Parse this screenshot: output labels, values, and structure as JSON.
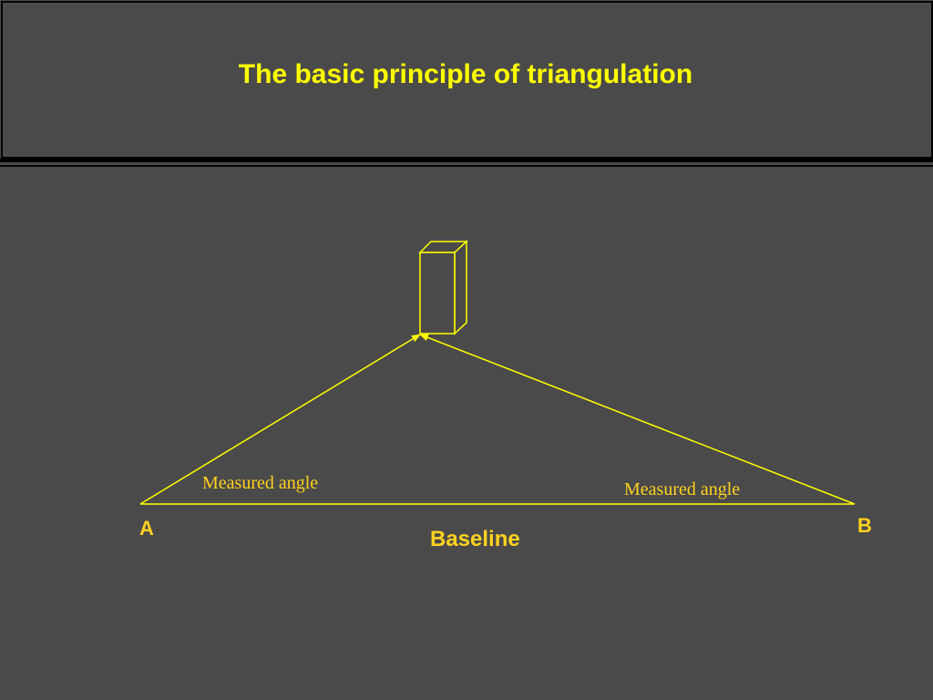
{
  "slide": {
    "title": "The basic principle of triangulation"
  },
  "diagram": {
    "left_angle_label": "Measured angle",
    "right_angle_label": "Measured angle",
    "point_a_label": "A",
    "point_b_label": "B",
    "baseline_label": "Baseline"
  },
  "colors": {
    "background": "#4a4a4a",
    "title_text": "#ffff00",
    "line": "#ffff00",
    "label_text": "#ffd21f"
  }
}
